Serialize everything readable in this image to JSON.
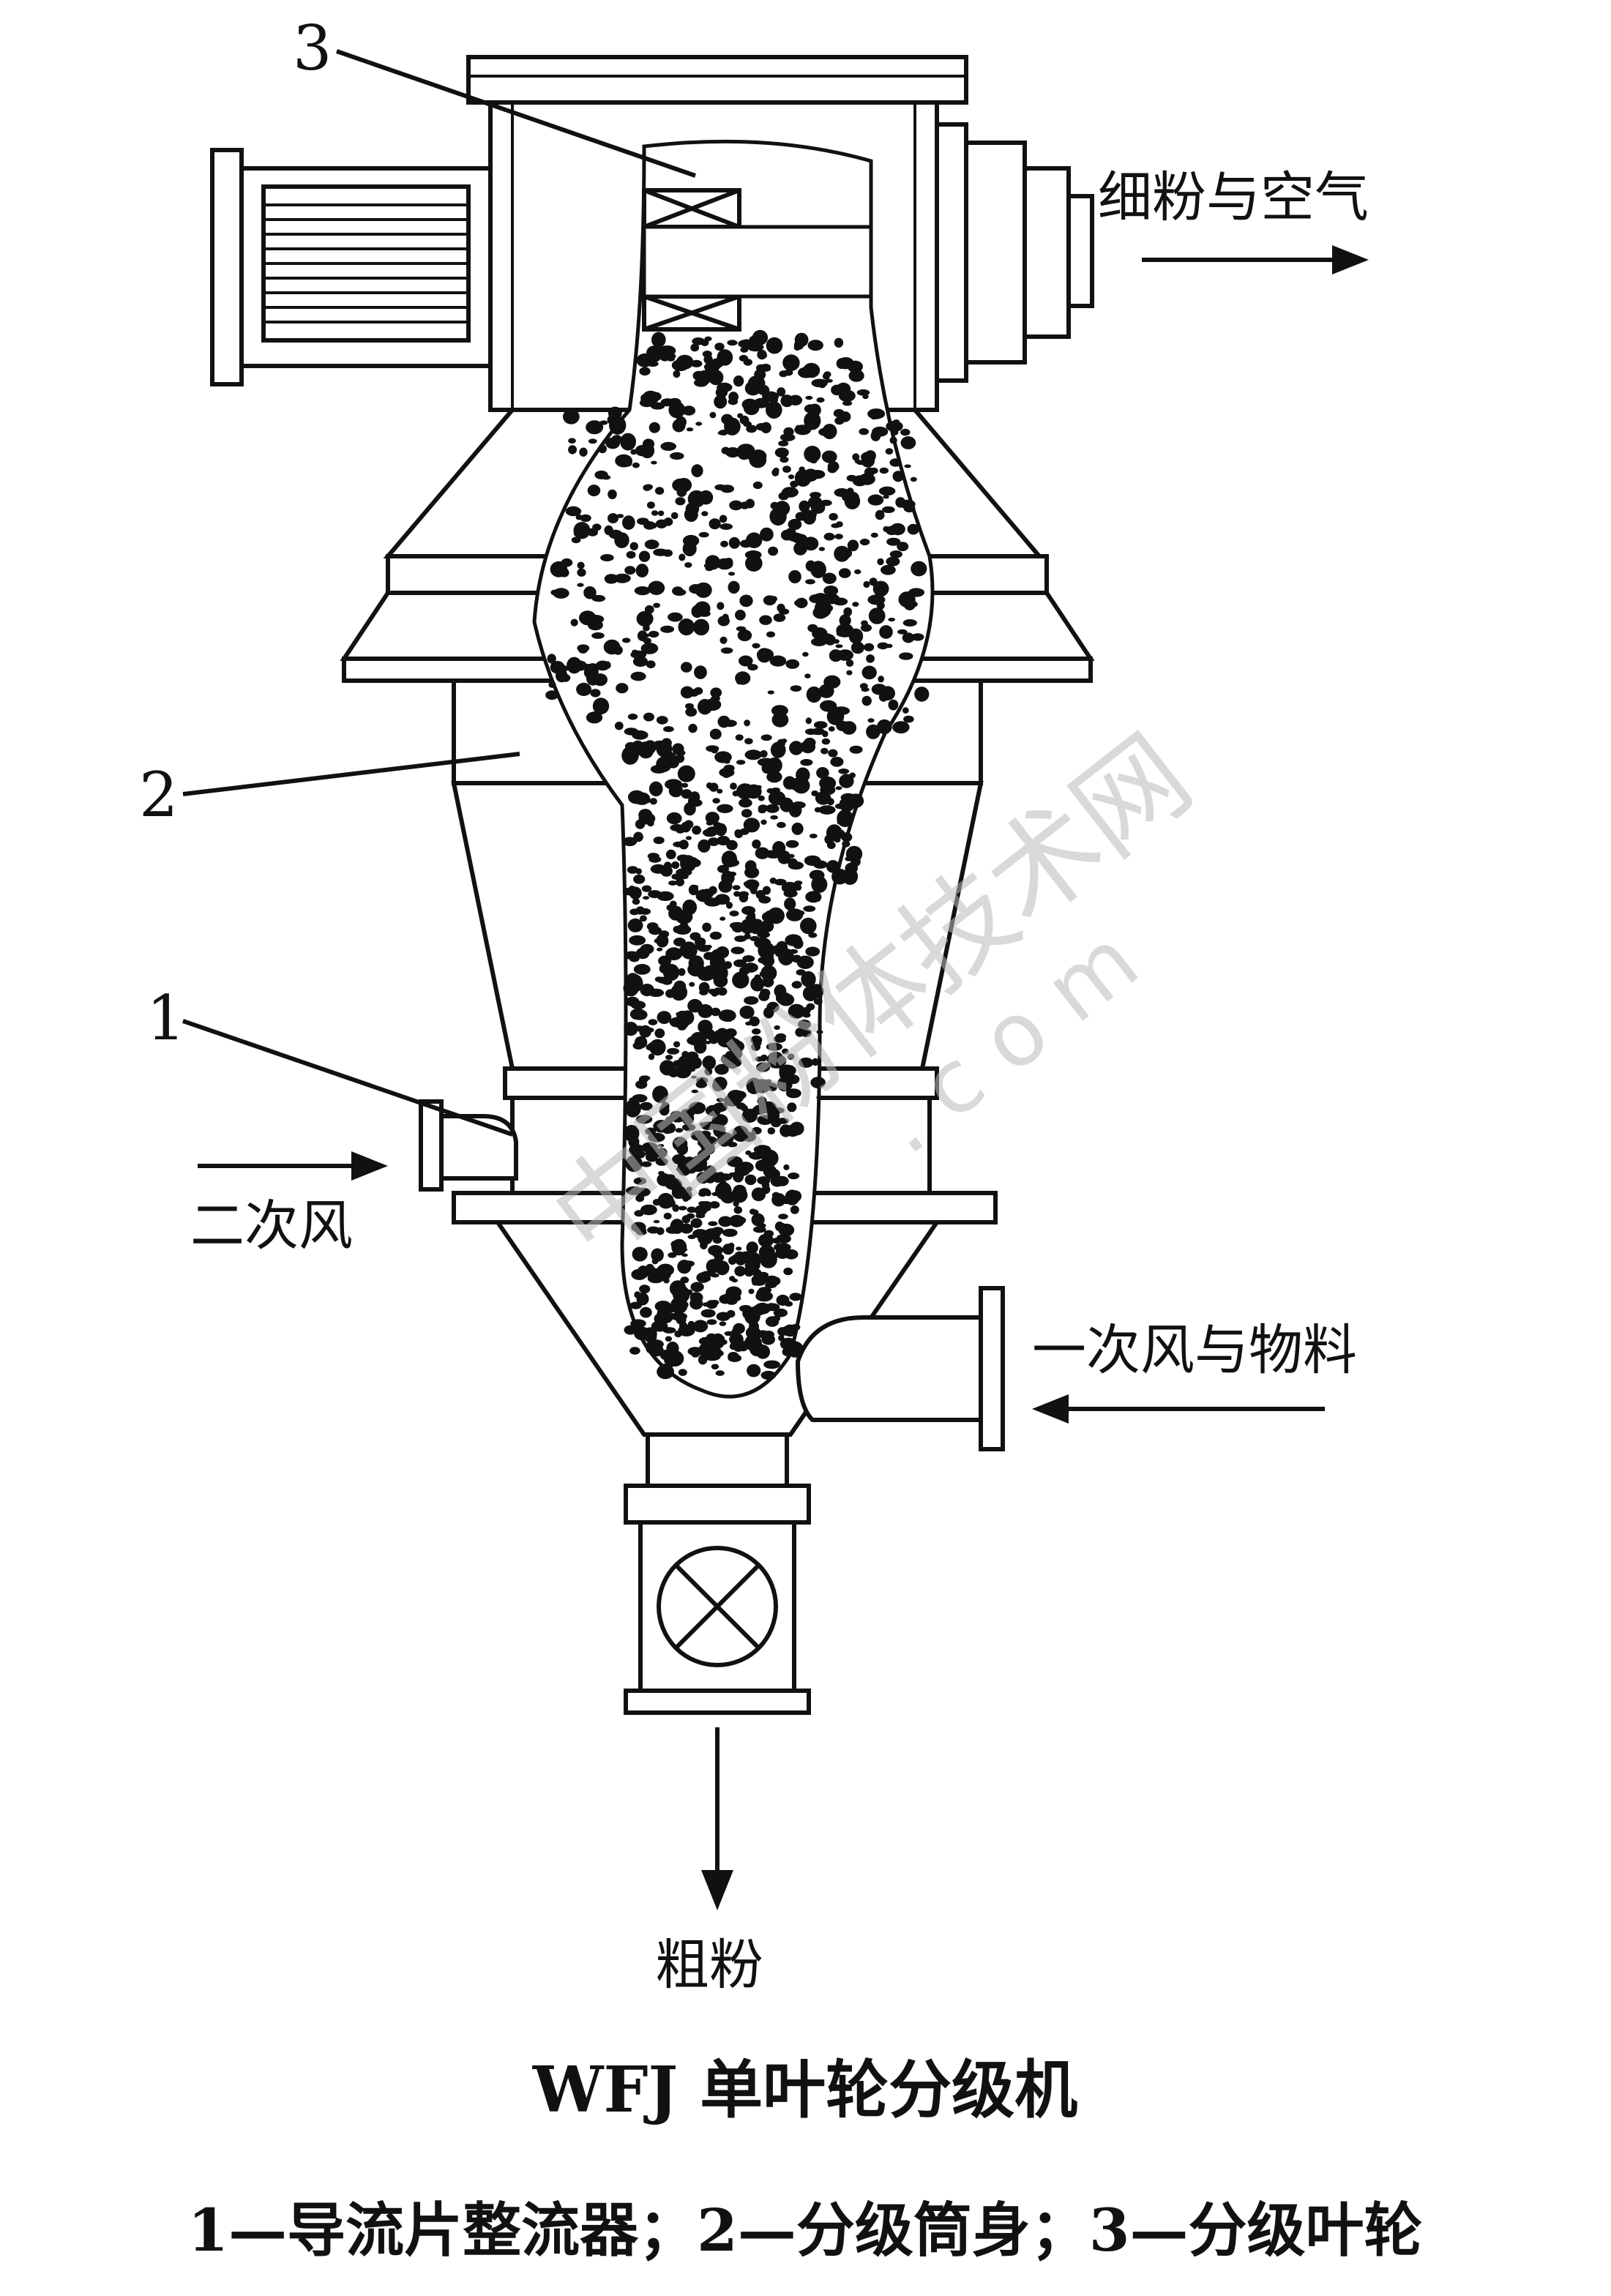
{
  "diagram": {
    "callouts": {
      "part1": "1",
      "part2": "2",
      "part3": "3"
    },
    "flows": {
      "fine_out": "细粉与空气",
      "secondary_air": "二次风",
      "primary_air_material": "一次风与物料",
      "coarse_out": "粗粉"
    },
    "watermark": {
      "cn": "中国粉体技术网",
      "en": ". c o m"
    }
  },
  "caption": {
    "title": "WFJ 单叶轮分级机",
    "legend": "1—导流片整流器；2—分级筒身；3—分级叶轮"
  }
}
